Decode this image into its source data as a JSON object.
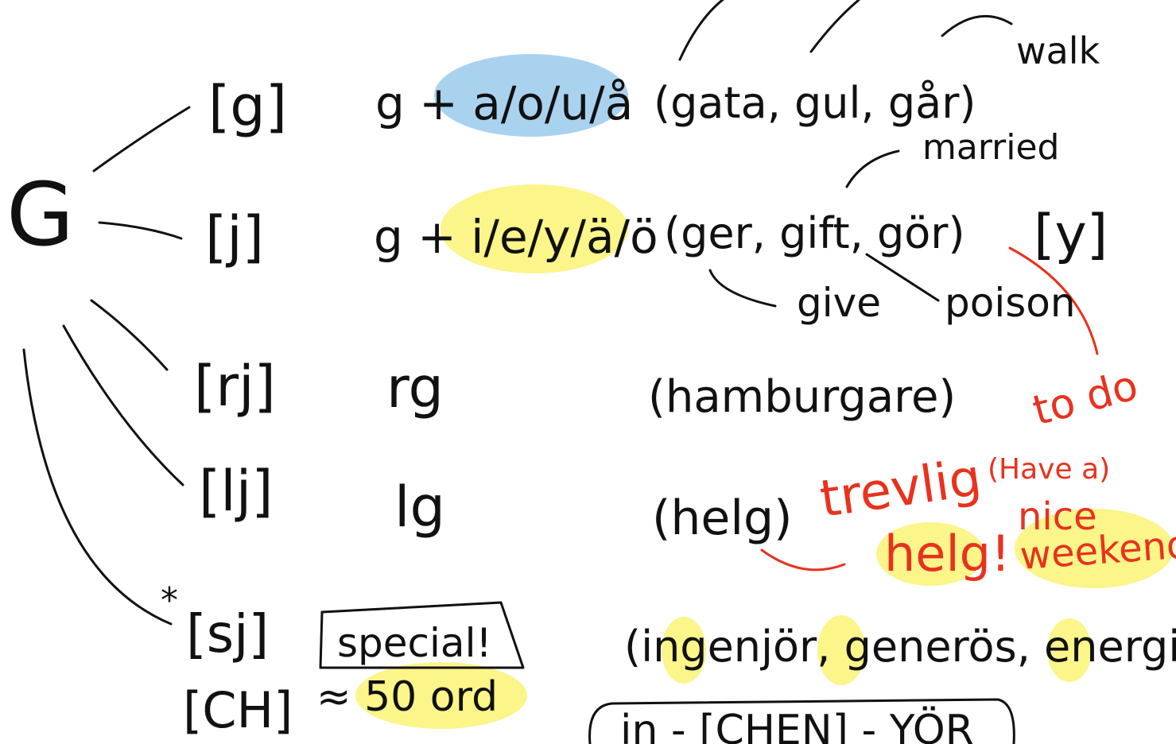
{
  "root": "G",
  "rows": [
    {
      "sound": "[g]",
      "rule": "g + a/o/u/å",
      "examples": "(gata, gul, går)"
    },
    {
      "sound": "[j]",
      "rule": "g + i/e/y/ä/ö",
      "examples": "(ger, gift, gör)"
    },
    {
      "sound": "[rj]",
      "rule": "rg",
      "examples": "(hamburgare)"
    },
    {
      "sound": "[lj]",
      "rule": "lg",
      "examples": "(helg)"
    },
    {
      "sound": "[sj]",
      "asterisk": "*",
      "rule": "special!",
      "examples": "(ingenjör, generös, energi)"
    },
    {
      "sound": "[CH]",
      "rule": "≈ 50 ord"
    }
  ],
  "annotations": {
    "walk": "walk",
    "married": "married",
    "give": "give",
    "poison": "poison",
    "y_sound": "[y]",
    "to_do": "to do",
    "trevlig": "trevlig",
    "helg_excl": "helg!",
    "have_a": "(Have a)",
    "nice": "nice",
    "weekend": "weekend!",
    "pronunciation": "in - [CHEN] - YÖR"
  },
  "colors": {
    "ink": "#111111",
    "red": "#e8321e",
    "blue_highlight": "#a9d2ef",
    "yellow_highlight": "#fbf58a"
  }
}
